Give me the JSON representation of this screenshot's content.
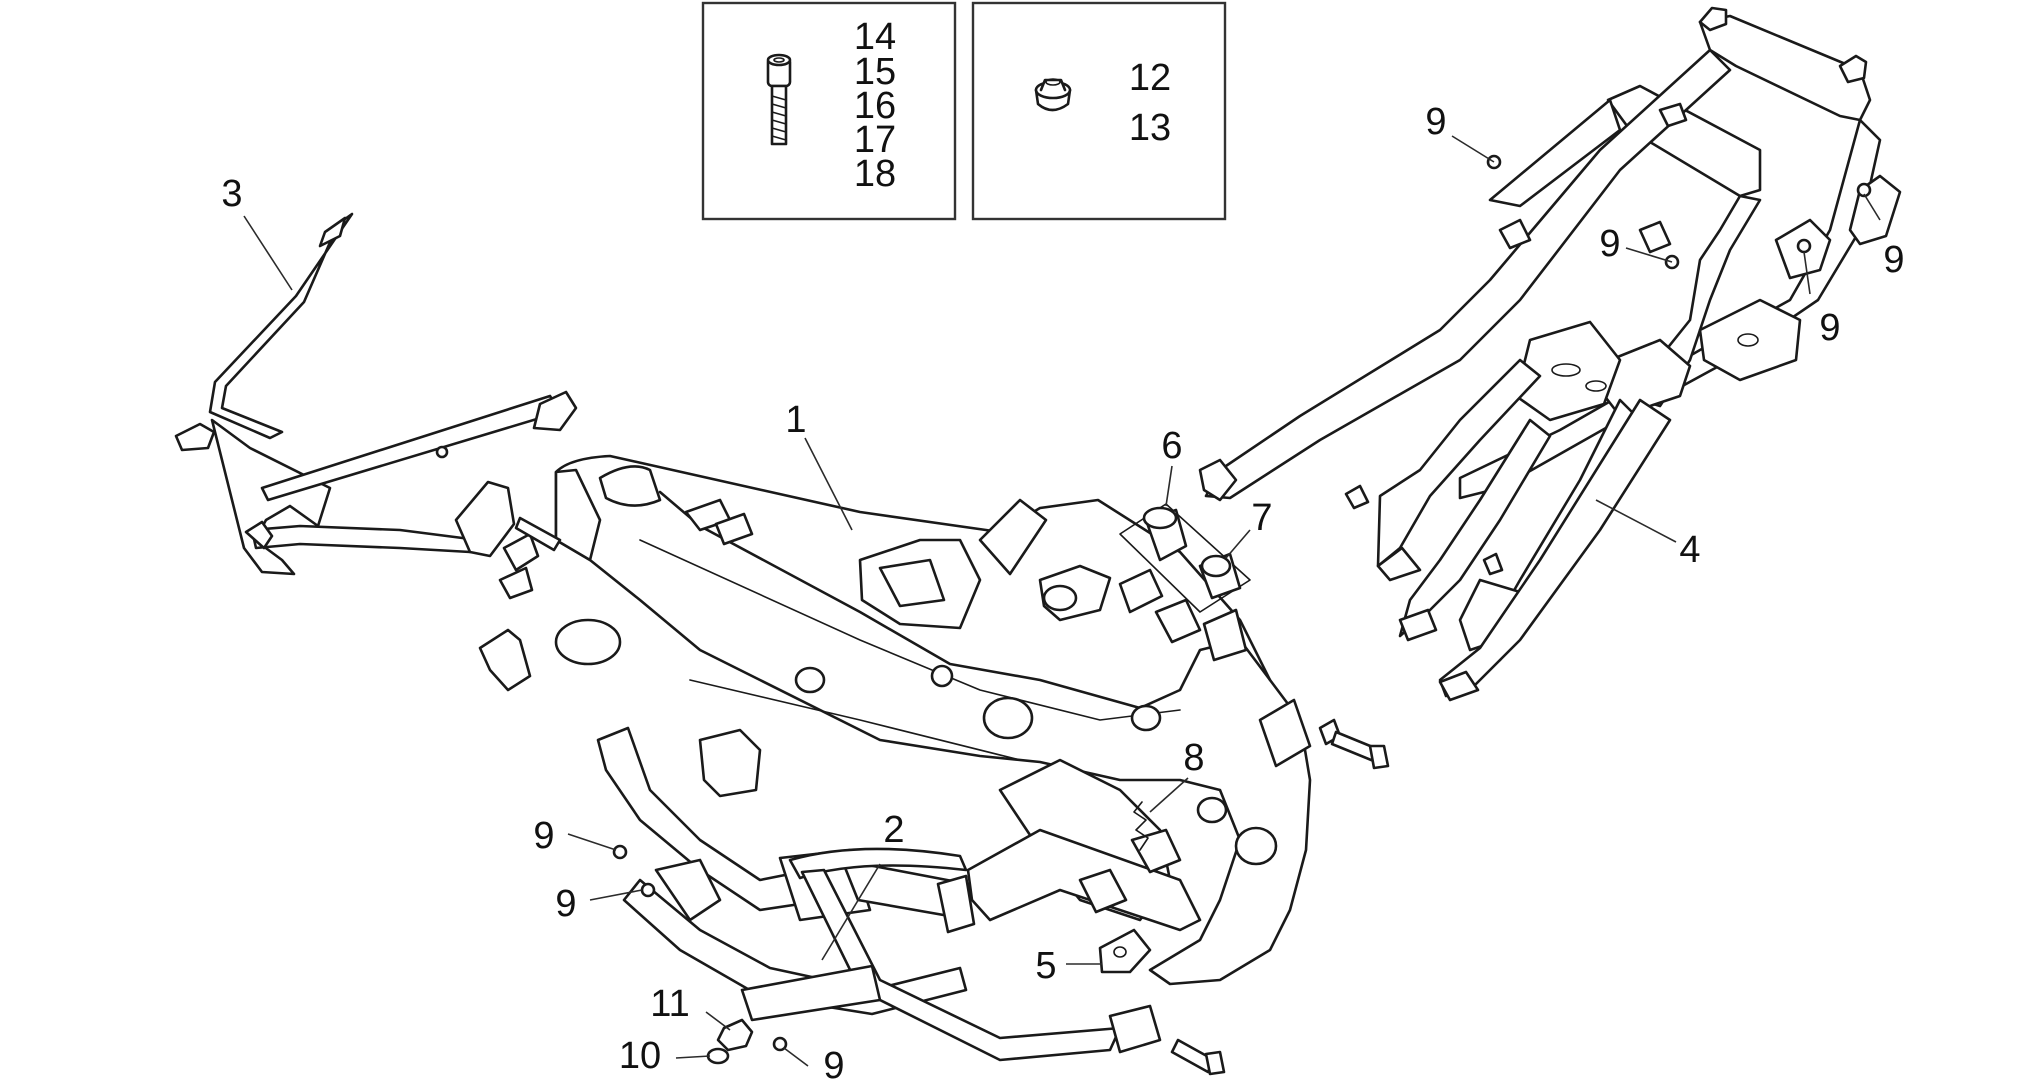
{
  "insets": [
    {
      "labels": [
        "14",
        "15",
        "16",
        "17",
        "18"
      ],
      "part_icon": "bolt-icon"
    },
    {
      "labels": [
        "12",
        "13"
      ],
      "part_icon": "nut-icon"
    }
  ],
  "callouts": [
    {
      "id": "main-frame",
      "label": "1"
    },
    {
      "id": "lower-cradle",
      "label": "2"
    },
    {
      "id": "front-subframe",
      "label": "3"
    },
    {
      "id": "rear-subframe",
      "label": "4"
    },
    {
      "id": "bracket-plate",
      "label": "5"
    },
    {
      "id": "bushing",
      "label": "6"
    },
    {
      "id": "spacer",
      "label": "7"
    },
    {
      "id": "spring-clip",
      "label": "8"
    },
    {
      "id": "screw-rear-top",
      "label": "9"
    },
    {
      "id": "screw-rear-right-a",
      "label": "9"
    },
    {
      "id": "screw-rear-mid",
      "label": "9"
    },
    {
      "id": "screw-rear-right-b",
      "label": "9"
    },
    {
      "id": "screw-cradle-upper",
      "label": "9"
    },
    {
      "id": "screw-cradle-lower",
      "label": "9"
    },
    {
      "id": "screw-cradle-bottom",
      "label": "9"
    },
    {
      "id": "washer",
      "label": "10"
    },
    {
      "id": "nut",
      "label": "11"
    }
  ]
}
